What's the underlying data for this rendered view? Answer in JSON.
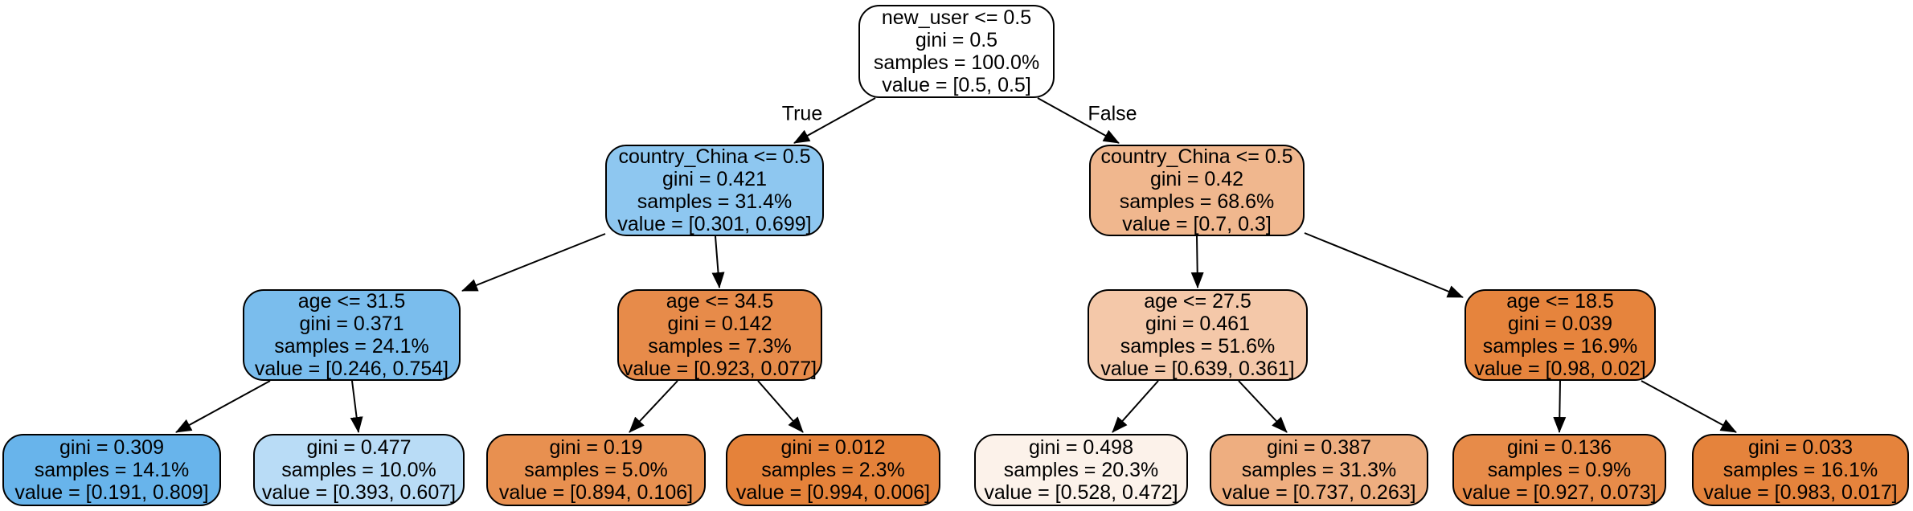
{
  "figure": {
    "type": "decision-tree",
    "background": "#ffffff",
    "border_color": "#000000",
    "text_color": "#000000"
  },
  "edge_labels": {
    "true": "True",
    "false": "False"
  },
  "nodes": [
    {
      "name": "root",
      "condition": "new_user <= 0.5",
      "gini": "gini = 0.5",
      "samples": "samples = 100.0%",
      "value": "value = [0.5, 0.5]",
      "fill": "#ffffff"
    },
    {
      "name": "depth1-left",
      "condition": "country_China <= 0.5",
      "gini": "gini = 0.421",
      "samples": "samples = 31.4%",
      "value": "value = [0.301, 0.699]",
      "fill": "#8ec7f0"
    },
    {
      "name": "depth1-right",
      "condition": "country_China <= 0.5",
      "gini": "gini = 0.42",
      "samples": "samples = 68.6%",
      "value": "value = [0.7, 0.3]",
      "fill": "#f0b78e"
    },
    {
      "name": "depth2-a",
      "condition": "age <= 31.5",
      "gini": "gini = 0.371",
      "samples": "samples = 24.1%",
      "value": "value = [0.246, 0.754]",
      "fill": "#7abded"
    },
    {
      "name": "depth2-b",
      "condition": "age <= 34.5",
      "gini": "gini = 0.142",
      "samples": "samples = 7.3%",
      "value": "value = [0.923, 0.077]",
      "fill": "#e78b4a"
    },
    {
      "name": "depth2-c",
      "condition": "age <= 27.5",
      "gini": "gini = 0.461",
      "samples": "samples = 51.6%",
      "value": "value = [0.639, 0.361]",
      "fill": "#f4c8a9"
    },
    {
      "name": "depth2-d",
      "condition": "age <= 18.5",
      "gini": "gini = 0.039",
      "samples": "samples = 16.9%",
      "value": "value = [0.98, 0.02]",
      "fill": "#e6843d"
    },
    {
      "name": "leaf-1",
      "gini": "gini = 0.309",
      "samples": "samples = 14.1%",
      "value": "value = [0.191, 0.809]",
      "fill": "#68b4eb"
    },
    {
      "name": "leaf-2",
      "gini": "gini = 0.477",
      "samples": "samples = 10.0%",
      "value": "value = [0.393, 0.607]",
      "fill": "#b9dcf6"
    },
    {
      "name": "leaf-3",
      "gini": "gini = 0.19",
      "samples": "samples = 5.0%",
      "value": "value = [0.894, 0.106]",
      "fill": "#e89050"
    },
    {
      "name": "leaf-4",
      "gini": "gini = 0.012",
      "samples": "samples = 2.3%",
      "value": "value = [0.994, 0.006]",
      "fill": "#e5823a"
    },
    {
      "name": "leaf-5",
      "gini": "gini = 0.498",
      "samples": "samples = 20.3%",
      "value": "value = [0.528, 0.472]",
      "fill": "#fcf2ea"
    },
    {
      "name": "leaf-6",
      "gini": "gini = 0.387",
      "samples": "samples = 31.3%",
      "value": "value = [0.737, 0.263]",
      "fill": "#eeae80"
    },
    {
      "name": "leaf-7",
      "gini": "gini = 0.136",
      "samples": "samples = 0.9%",
      "value": "value = [0.927, 0.073]",
      "fill": "#e78b49"
    },
    {
      "name": "leaf-8",
      "gini": "gini = 0.033",
      "samples": "samples = 16.1%",
      "value": "value = [0.983, 0.017]",
      "fill": "#e5833c"
    }
  ]
}
